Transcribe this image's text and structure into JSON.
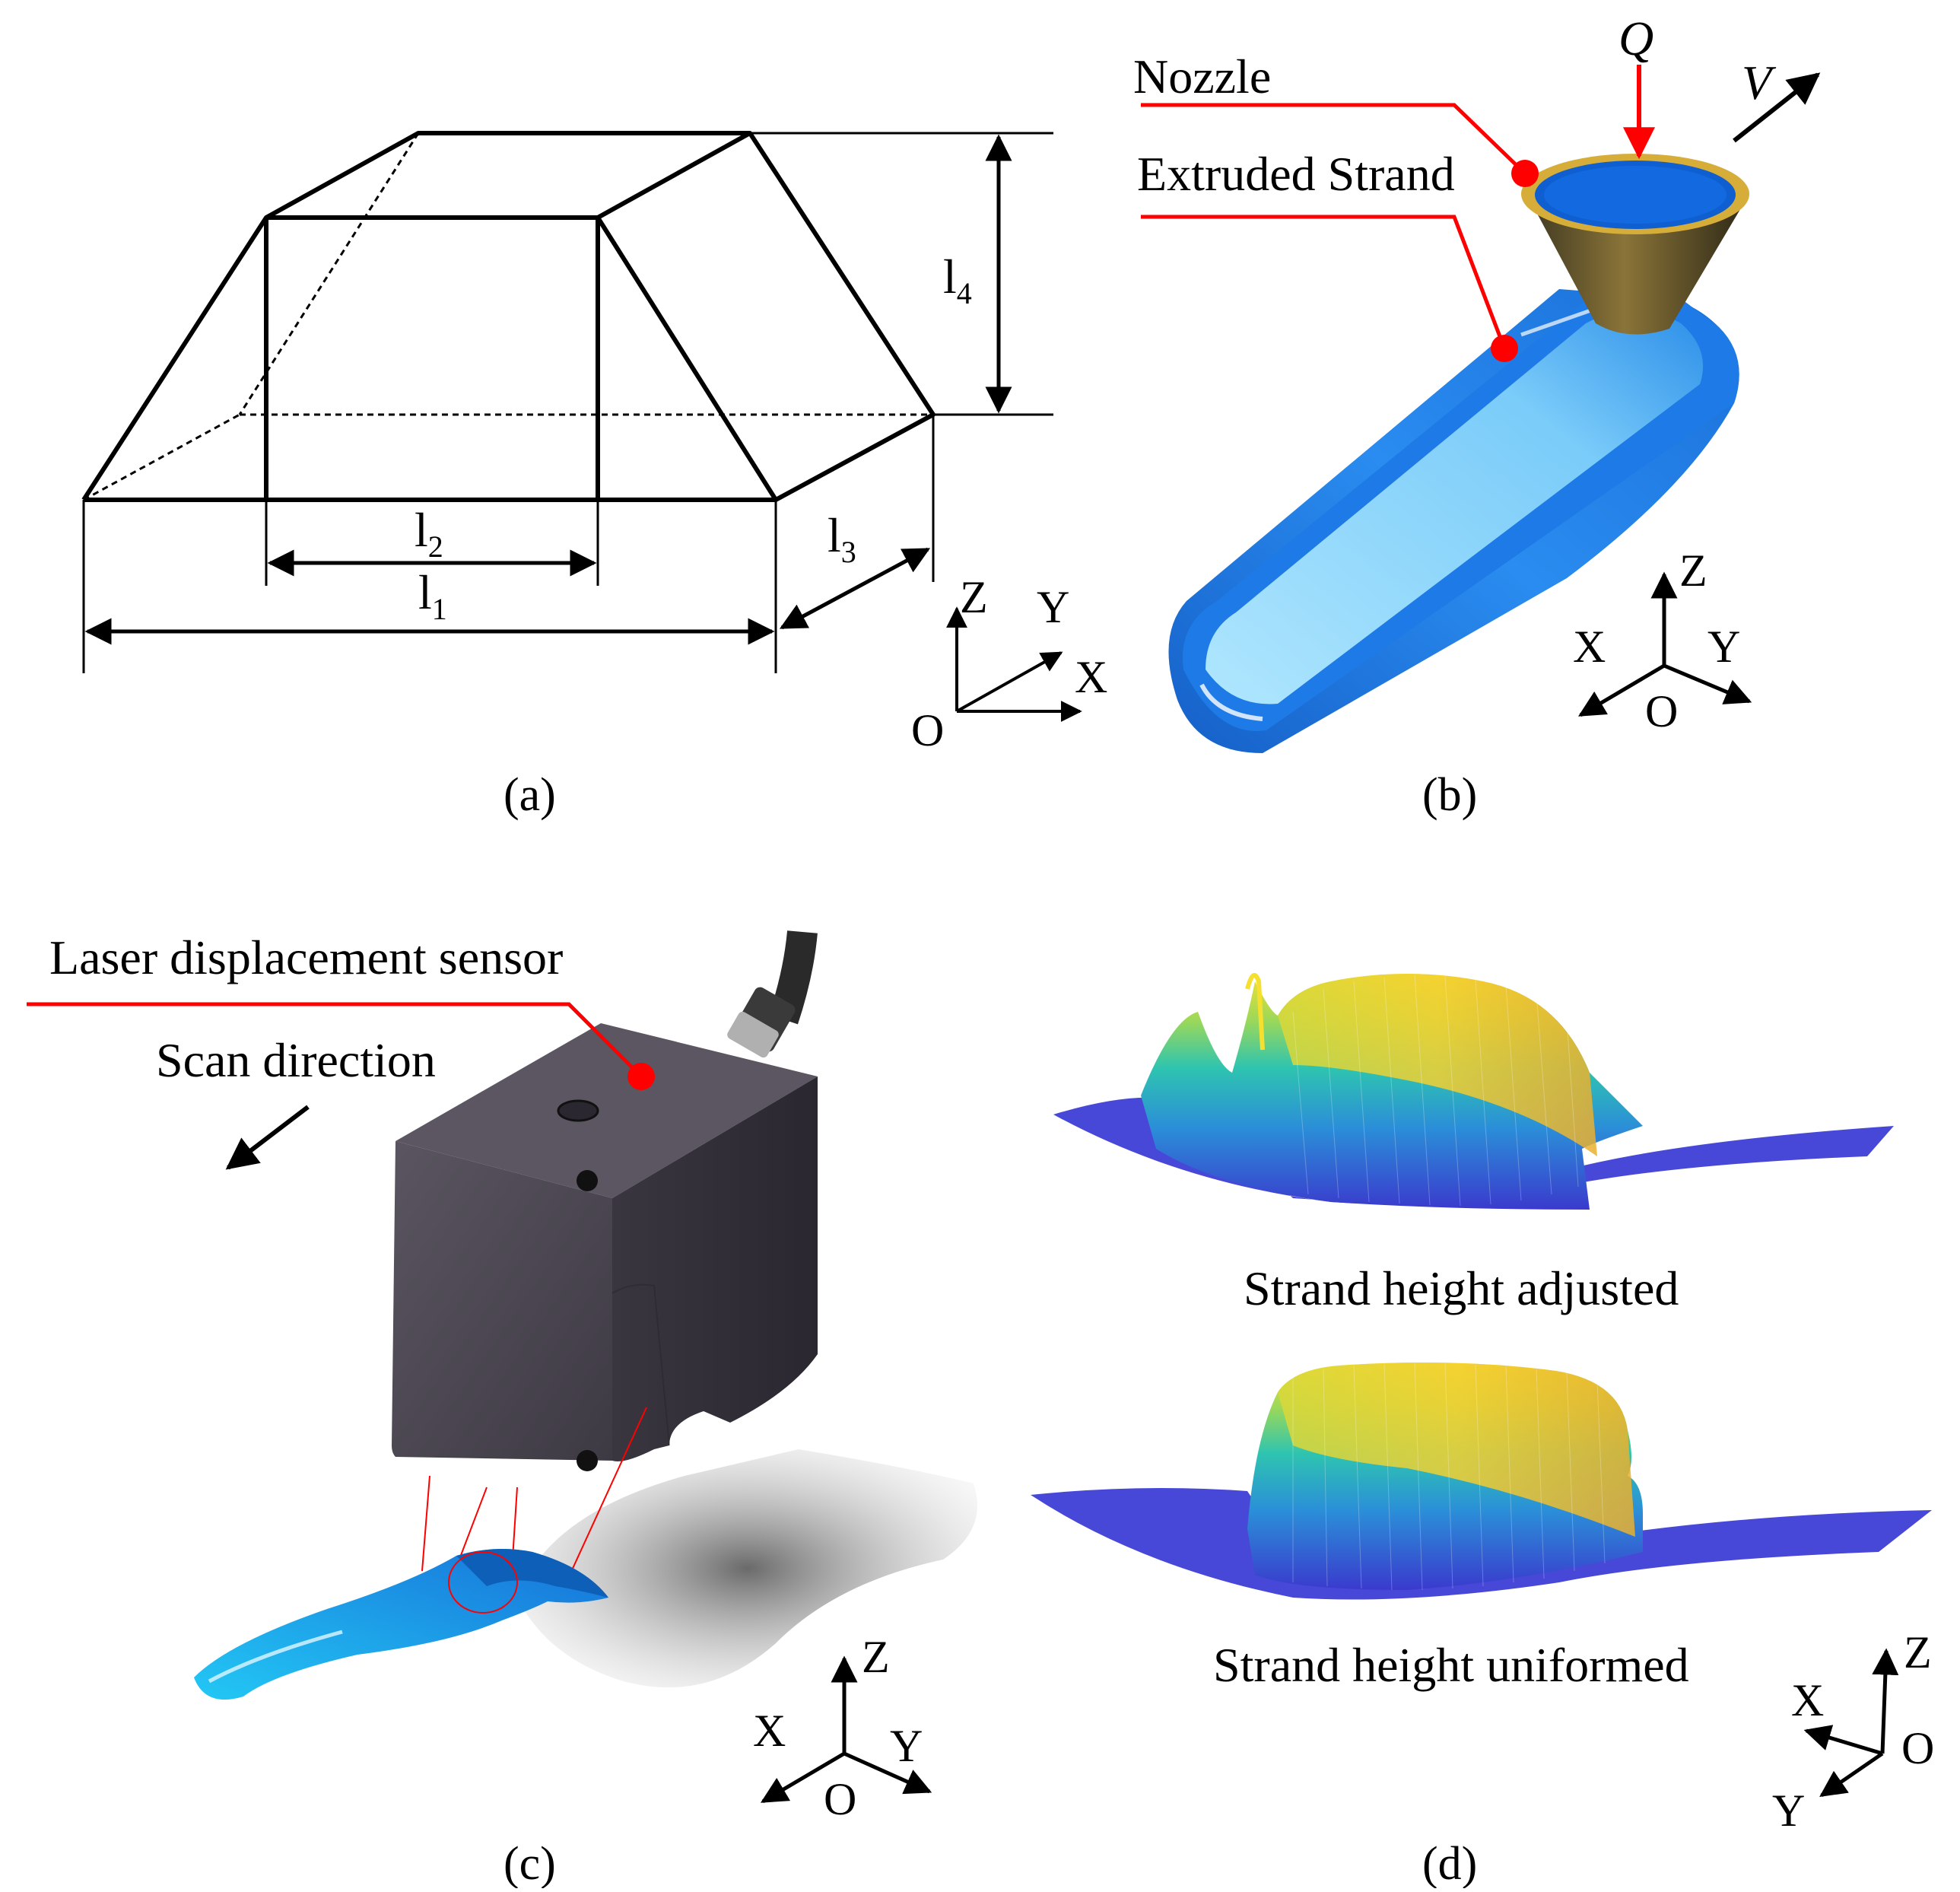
{
  "figure": {
    "panel_a": {
      "caption": "(a)",
      "dims": {
        "l1": "l",
        "l1_sub": "1",
        "l2": "l",
        "l2_sub": "2",
        "l3": "l",
        "l3_sub": "3",
        "l4": "l",
        "l4_sub": "4"
      },
      "axes": {
        "z": "Z",
        "y": "Y",
        "x": "X",
        "o": "O"
      }
    },
    "panel_b": {
      "caption": "(b)",
      "nozzle_label": "Nozzle",
      "strand_label": "Extruded Strand",
      "flow_label": "Q",
      "velocity_label": "V",
      "axes": {
        "z": "Z",
        "x": "X",
        "y": "Y",
        "o": "O"
      }
    },
    "panel_c": {
      "caption": "(c)",
      "sensor_label": "Laser displacement sensor",
      "scan_label": "Scan direction",
      "axes": {
        "z": "Z",
        "x": "X",
        "y": "Y",
        "o": "O"
      }
    },
    "panel_d": {
      "caption": "(d)",
      "surface_top_label": "Strand height adjusted",
      "surface_bottom_label": "Strand height uniformed",
      "axes": {
        "z": "Z",
        "x": "X",
        "y": "Y",
        "o": "O"
      }
    },
    "colors": {
      "leader": "#ff0000",
      "strand_blue": "#1a7be0",
      "strand_light": "#8fd8ff",
      "nozzle_gold": "#c9a23a",
      "sensor_body": "#4a4650",
      "surface_low": "#3a3acd",
      "surface_mid": "#2ec4b0",
      "surface_high": "#f5e030"
    }
  }
}
